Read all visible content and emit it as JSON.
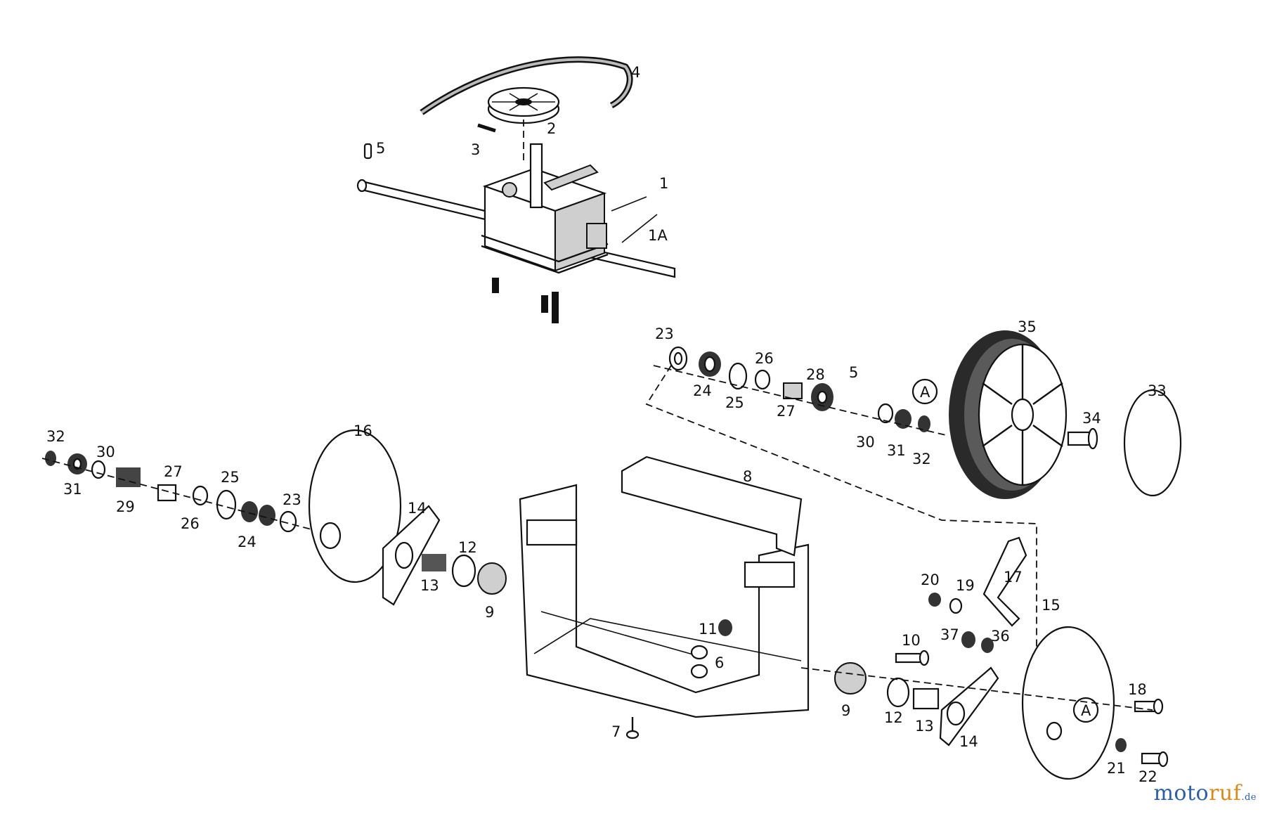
{
  "diagram": {
    "part_numbers": {
      "p1": "1",
      "p1a": "1A",
      "p2": "2",
      "p3": "3",
      "p4": "4",
      "p5_top": "5",
      "p35": "35",
      "p23_r": "23",
      "p24_r": "24",
      "p25_r": "25",
      "p26_r": "26",
      "p27_r": "27",
      "p28": "28",
      "p5_r": "5",
      "p30_r": "30",
      "p31_r": "31",
      "p32_r": "32",
      "p33": "33",
      "p34": "34",
      "a_top": "A",
      "p32_l": "32",
      "p30_l": "30",
      "p31_l": "31",
      "p29": "29",
      "p27_l": "27",
      "p25_l": "25",
      "p26_l": "26",
      "p24_l": "24",
      "p23_l": "23",
      "p16": "16",
      "p14_l": "14",
      "p12_l": "12",
      "p13_l": "13",
      "p9_l": "9",
      "p8": "8",
      "p11": "11",
      "p6": "6",
      "p7": "7",
      "p20": "20",
      "p19": "19",
      "p17": "17",
      "p37": "37",
      "p36": "36",
      "p10": "10",
      "p9_r": "9",
      "p12_r": "12",
      "p13_r": "13",
      "p14_r": "14",
      "p15": "15",
      "p18": "18",
      "a_bottom": "A",
      "p21": "21",
      "p22": "22"
    }
  },
  "watermark": {
    "part1": "moto",
    "part2": "ruf",
    "part3": ".de"
  }
}
